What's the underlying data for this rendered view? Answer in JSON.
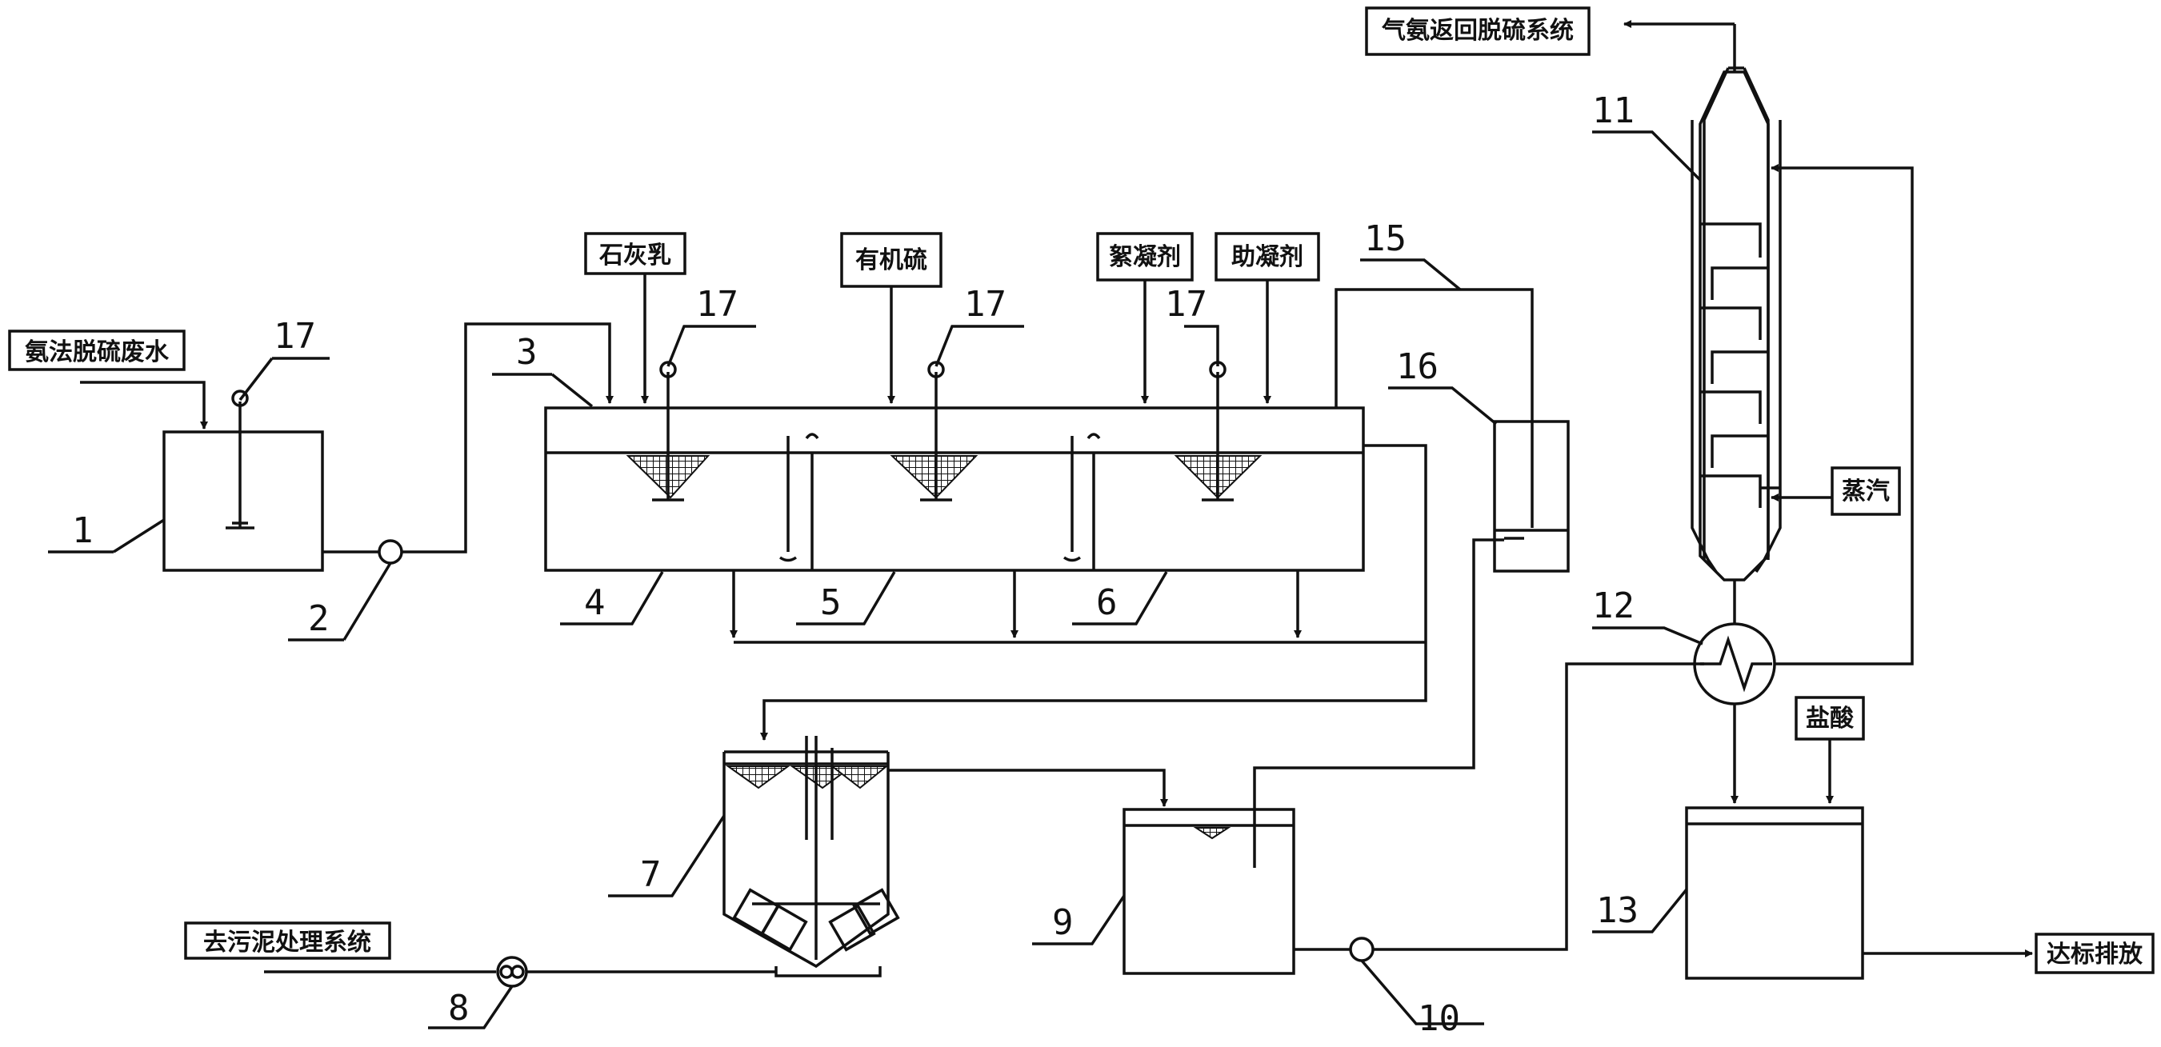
{
  "labels": {
    "wastewater": "氨法脱硫废水",
    "lime_milk": "石灰乳",
    "organic_sulfur": "有机硫",
    "coagulant": "絮凝剂",
    "flocculant_aid": "助凝剂",
    "gas_return": "气氨返回脱硫系统",
    "steam": "蒸汽",
    "hcl": "盐酸",
    "sludge_system": "去污泥处理系统",
    "discharge": "达标排放"
  },
  "numbers": {
    "n1": "1",
    "n2": "2",
    "n3": "3",
    "n4": "4",
    "n5": "5",
    "n6": "6",
    "n7": "7",
    "n8": "8",
    "n9": "9",
    "n10": "10",
    "n11": "11",
    "n12": "12",
    "n13": "13",
    "n15": "15",
    "n16": "16",
    "n17a": "17",
    "n17b": "17",
    "n17c": "17",
    "n17d": "17"
  }
}
